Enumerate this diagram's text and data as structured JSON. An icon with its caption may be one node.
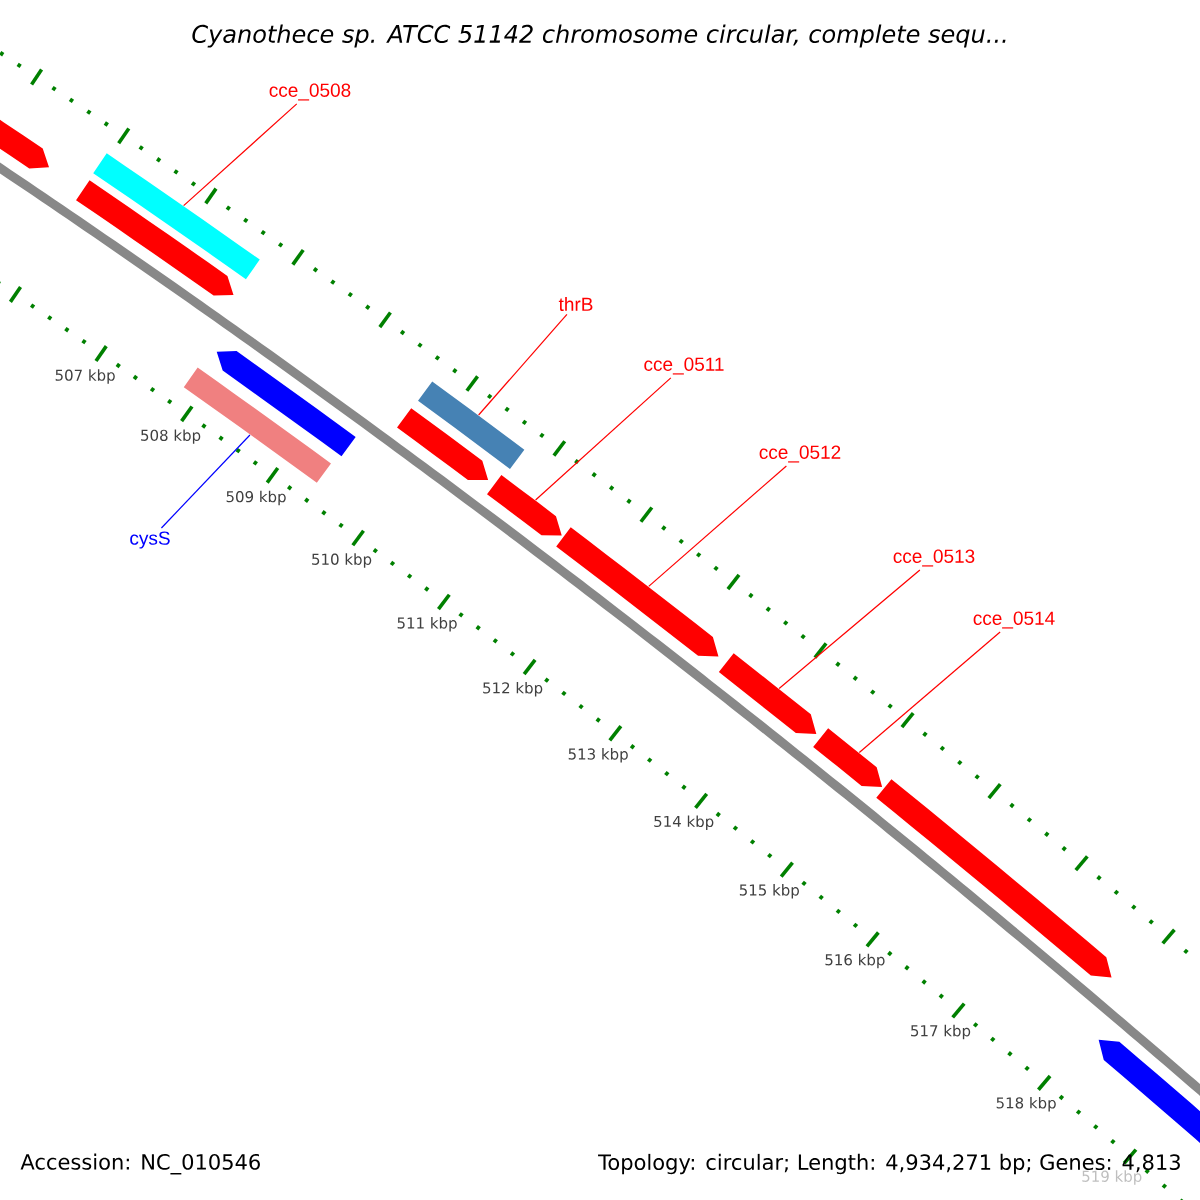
{
  "diagram": {
    "title": "Cyanothece sp. ATCC 51142 chromosome circular, complete sequ...",
    "nodes": [
      {
        "text": [
          "cce_0508"
        ]
      },
      {
        "text": [],
        "shape": "bar"
      },
      {
        "text": [],
        "shape": "bar"
      },
      {
        "text": [],
        "shape": "bar"
      },
      {
        "text": [
          "thrB"
        ]
      },
      {
        "text": [
          "cce_0511"
        ]
      },
      {
        "text": [],
        "shape": "bar"
      },
      {
        "text": [],
        "shape": "bar"
      },
      {
        "text": [],
        "shape": "bar"
      },
      {
        "text": [],
        "shape": "bar"
      },
      {
        "text": [
          "cysS"
        ]
      },
      {
        "text": [],
        "shape": "bar"
      },
      {
        "text": [
          "cce_0512"
        ]
      },
      {
        "text": [],
        "shape": "bar"
      },
      {
        "text": [
          "cce_0513"
        ]
      },
      {
        "text": [
          "cce_0514"
        ]
      },
      {
        "text": [],
        "shape": "bar"
      },
      {
        "text": [],
        "shape": "bar"
      },
      {
        "text": [],
        "shape": "bar"
      },
      {
        "text": [],
        "shape": "bar"
      }
    ],
    "edges": [
      {
        "from": 0,
        "to": 2,
        "arrow": "none"
      },
      {
        "from": 4,
        "to": 8,
        "arrow": "none"
      },
      {
        "from": 5,
        "to": 11,
        "arrow": "none"
      },
      {
        "from": 10,
        "to": 7,
        "arrow": "none",
        "color": "#0000ff"
      },
      {
        "from": 12,
        "to": 13,
        "arrow": "none"
      },
      {
        "from": 14,
        "to": 16,
        "arrow": "none"
      },
      {
        "from": 15,
        "to": 17,
        "arrow": "none"
      }
    ],
    "labels": [
      "507 kbp",
      "508 kbp",
      "509 kbp",
      "510 kbp",
      "511 kbp",
      "512 kbp",
      "513 kbp",
      "514 kbp",
      "515 kbp",
      "516 kbp",
      "517 kbp",
      "518 kbp",
      "519 kbp",
      "Accession: NC_010546",
      "Topology: circular; Length: 4,934,271 bp; Genes: 4,813"
    ]
  }
}
